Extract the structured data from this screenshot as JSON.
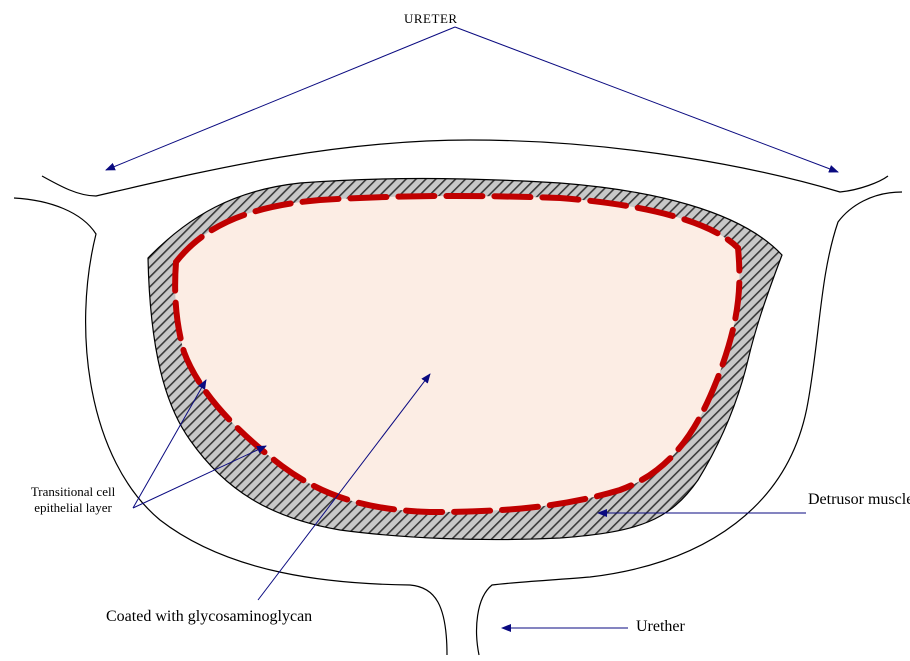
{
  "labels": {
    "ureter": "URETER",
    "transitional": "Transitional cell epithelial layer",
    "detrusor": "Detrusor muscle",
    "coated": "Coated with glycosaminoglycan",
    "urether": "Urether"
  },
  "colors": {
    "outline": "#000000",
    "arrow": "#0a0a80",
    "epithelium_dash": "#c00000",
    "lumen_fill": "#fcede4",
    "muscle_fill": "#c8c8c8",
    "muscle_hatch": "#3a3a3a"
  }
}
